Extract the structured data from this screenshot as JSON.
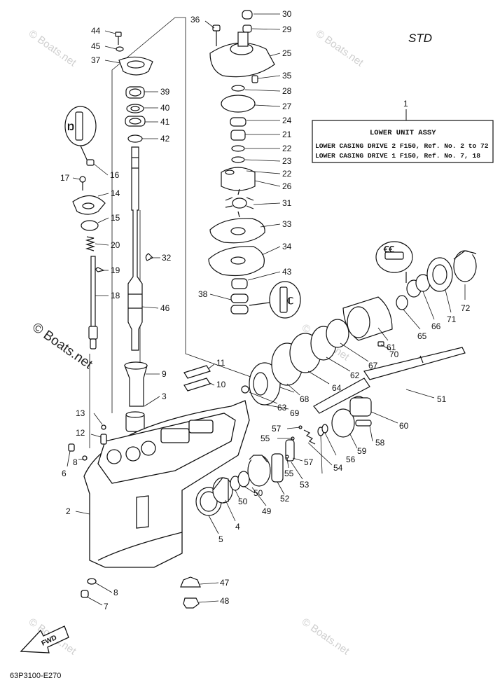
{
  "header": {
    "std_label": "STD"
  },
  "assembly_box": {
    "ref": "1",
    "title": "LOWER UNIT ASSY",
    "lines": [
      "LOWER CASING DRIVE 2 F150, Ref. No. 2 to 72",
      "LOWER CASING DRIVE 1 F150, Ref. No. 7, 18"
    ]
  },
  "watermarks": {
    "small": "© Boats.net",
    "large": "© Boats.net"
  },
  "footer": {
    "diagram_code": "63P3100-E270",
    "fwd_label": "FWD"
  },
  "callouts": [
    "30",
    "29",
    "25",
    "35",
    "28",
    "27",
    "24",
    "21",
    "22",
    "23",
    "22",
    "26",
    "31",
    "33",
    "34",
    "43",
    "38",
    "36",
    "44",
    "45",
    "37",
    "39",
    "40",
    "41",
    "42",
    "16",
    "17",
    "14",
    "15",
    "20",
    "19",
    "18",
    "32",
    "46",
    "11",
    "10",
    "9",
    "3",
    "13",
    "12",
    "6",
    "8",
    "2",
    "72",
    "71",
    "66",
    "65",
    "61",
    "70",
    "67",
    "62",
    "64",
    "68",
    "63",
    "69",
    "51",
    "60",
    "58",
    "59",
    "56",
    "54",
    "57",
    "57",
    "55",
    "55",
    "53",
    "52",
    "50",
    "50",
    "49",
    "4",
    "5",
    "8",
    "7",
    "47",
    "48"
  ]
}
